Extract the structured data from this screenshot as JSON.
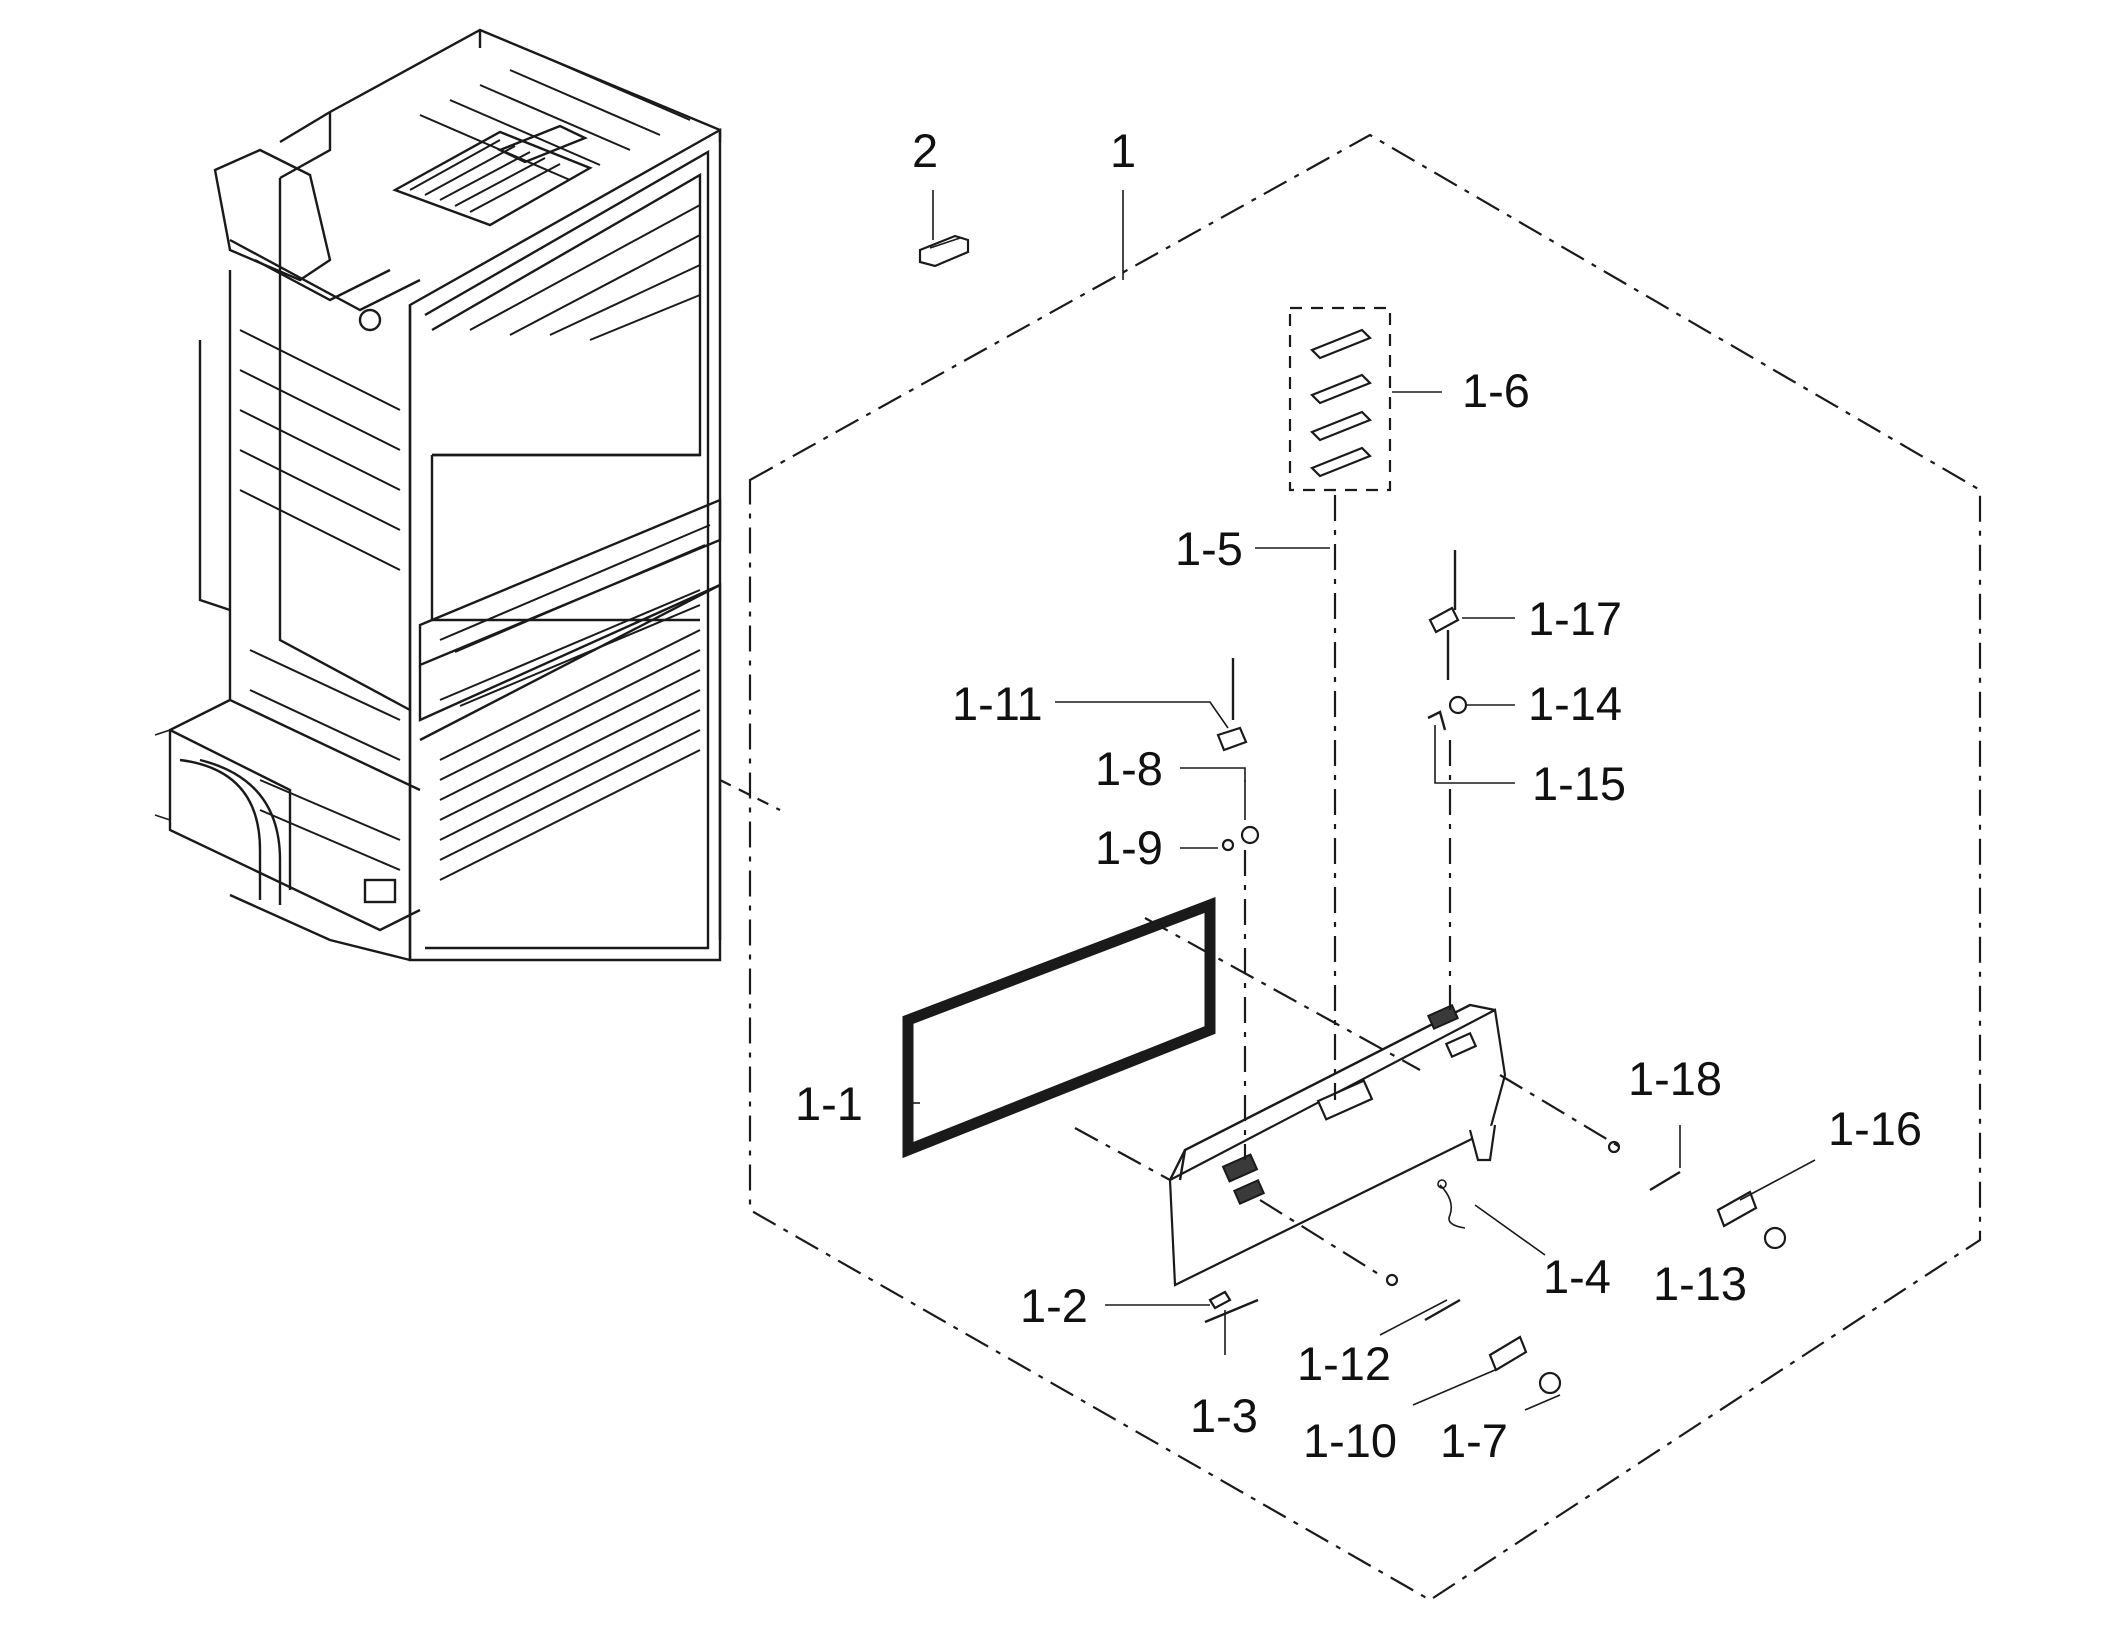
{
  "diagram": {
    "callouts": [
      {
        "id": "c2",
        "label": "2"
      },
      {
        "id": "c1",
        "label": "1"
      },
      {
        "id": "c1-6",
        "label": "1-6"
      },
      {
        "id": "c1-5",
        "label": "1-5"
      },
      {
        "id": "c1-17",
        "label": "1-17"
      },
      {
        "id": "c1-11",
        "label": "1-11"
      },
      {
        "id": "c1-14",
        "label": "1-14"
      },
      {
        "id": "c1-8",
        "label": "1-8"
      },
      {
        "id": "c1-15",
        "label": "1-15"
      },
      {
        "id": "c1-9",
        "label": "1-9"
      },
      {
        "id": "c1-1",
        "label": "1-1"
      },
      {
        "id": "c1-18",
        "label": "1-18"
      },
      {
        "id": "c1-16",
        "label": "1-16"
      },
      {
        "id": "c1-4",
        "label": "1-4"
      },
      {
        "id": "c1-13",
        "label": "1-13"
      },
      {
        "id": "c1-2",
        "label": "1-2"
      },
      {
        "id": "c1-12",
        "label": "1-12"
      },
      {
        "id": "c1-3",
        "label": "1-3"
      },
      {
        "id": "c1-10",
        "label": "1-10"
      },
      {
        "id": "c1-7",
        "label": "1-7"
      }
    ]
  }
}
